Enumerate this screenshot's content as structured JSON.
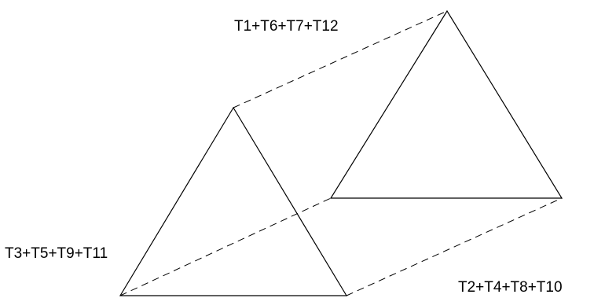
{
  "labels": {
    "top": "T1+T6+T7+T12",
    "left": "T3+T5+T9+T11",
    "bottom_right": "T2+T4+T8+T10"
  },
  "colors": {
    "line": "#000000",
    "background": "#ffffff"
  }
}
